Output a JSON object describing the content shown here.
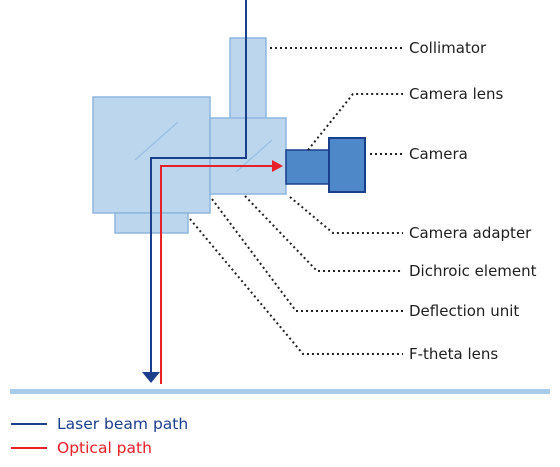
{
  "labels": {
    "collimator": "Collimator",
    "camera_lens": "Camera lens",
    "camera": "Camera",
    "camera_adapter": "Camera adapter",
    "dichroic_element": "Dichroic element",
    "deflection_unit": "Deflection unit",
    "f_theta_lens": "F-theta lens"
  },
  "legend": {
    "laser_beam_path": "Laser beam path",
    "optical_path": "Optical path"
  },
  "colors": {
    "laser_beam": "#1c3f8c",
    "optical": "#e8202a",
    "housing_fill": "#bcd6ee",
    "housing_stroke": "#8fb6dd",
    "camera_fill": "#4f88c9",
    "camera_stroke": "#1c3f8c",
    "work_surface": "#a9cbea"
  }
}
